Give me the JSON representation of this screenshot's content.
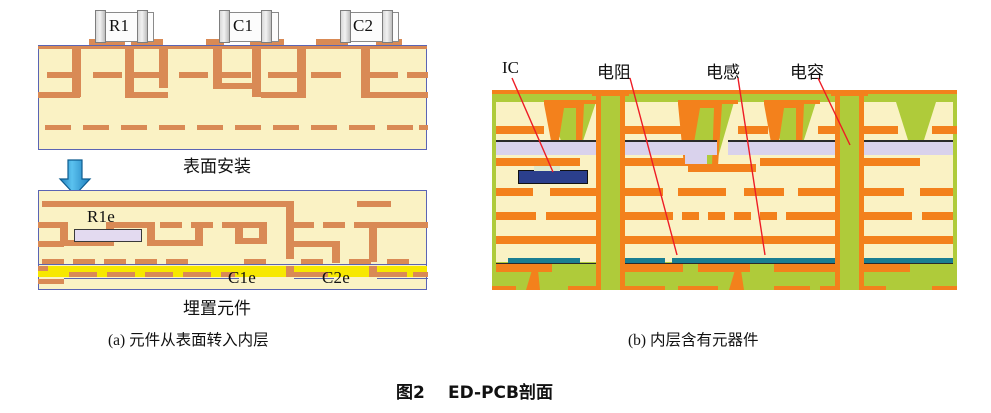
{
  "figure": {
    "number_label": "图2",
    "title": "ED-PCB剖面"
  },
  "panel_a": {
    "caption": "(a) 元件从表面转入内层",
    "top_stage_label": "表面安装",
    "bottom_stage_label": "埋置元件",
    "surface_components": [
      {
        "id": "R1",
        "label": "R1"
      },
      {
        "id": "C1",
        "label": "C1"
      },
      {
        "id": "C2",
        "label": "C2"
      }
    ],
    "embedded_components": [
      {
        "id": "R1e",
        "label": "R1e"
      },
      {
        "id": "C1e",
        "label": "C1e"
      },
      {
        "id": "C2e",
        "label": "C2e"
      }
    ],
    "transition_arrow": "down-arrow"
  },
  "panel_b": {
    "caption": "(b) 内层含有元器件",
    "callouts": [
      {
        "id": "ic",
        "label": "IC"
      },
      {
        "id": "resistor",
        "label": "电阻"
      },
      {
        "id": "inductor",
        "label": "电感"
      },
      {
        "id": "capacitor",
        "label": "电容"
      }
    ]
  },
  "colors": {
    "substrate": "#FAF2C4",
    "trace_left": "#D98A55",
    "board_outline": "#5a64b4",
    "embedded_dielectric_yellow": "#F7E800",
    "solder_mask_green": "#AFCB3A",
    "copper_orange": "#F3811C",
    "lavender_layer": "#D9D2EC",
    "teal_layer": "#1A7E92",
    "ic_blue": "#2B3F8C",
    "leader_red": "#ee1c25",
    "arrow_blue": "#2E9BD6"
  }
}
